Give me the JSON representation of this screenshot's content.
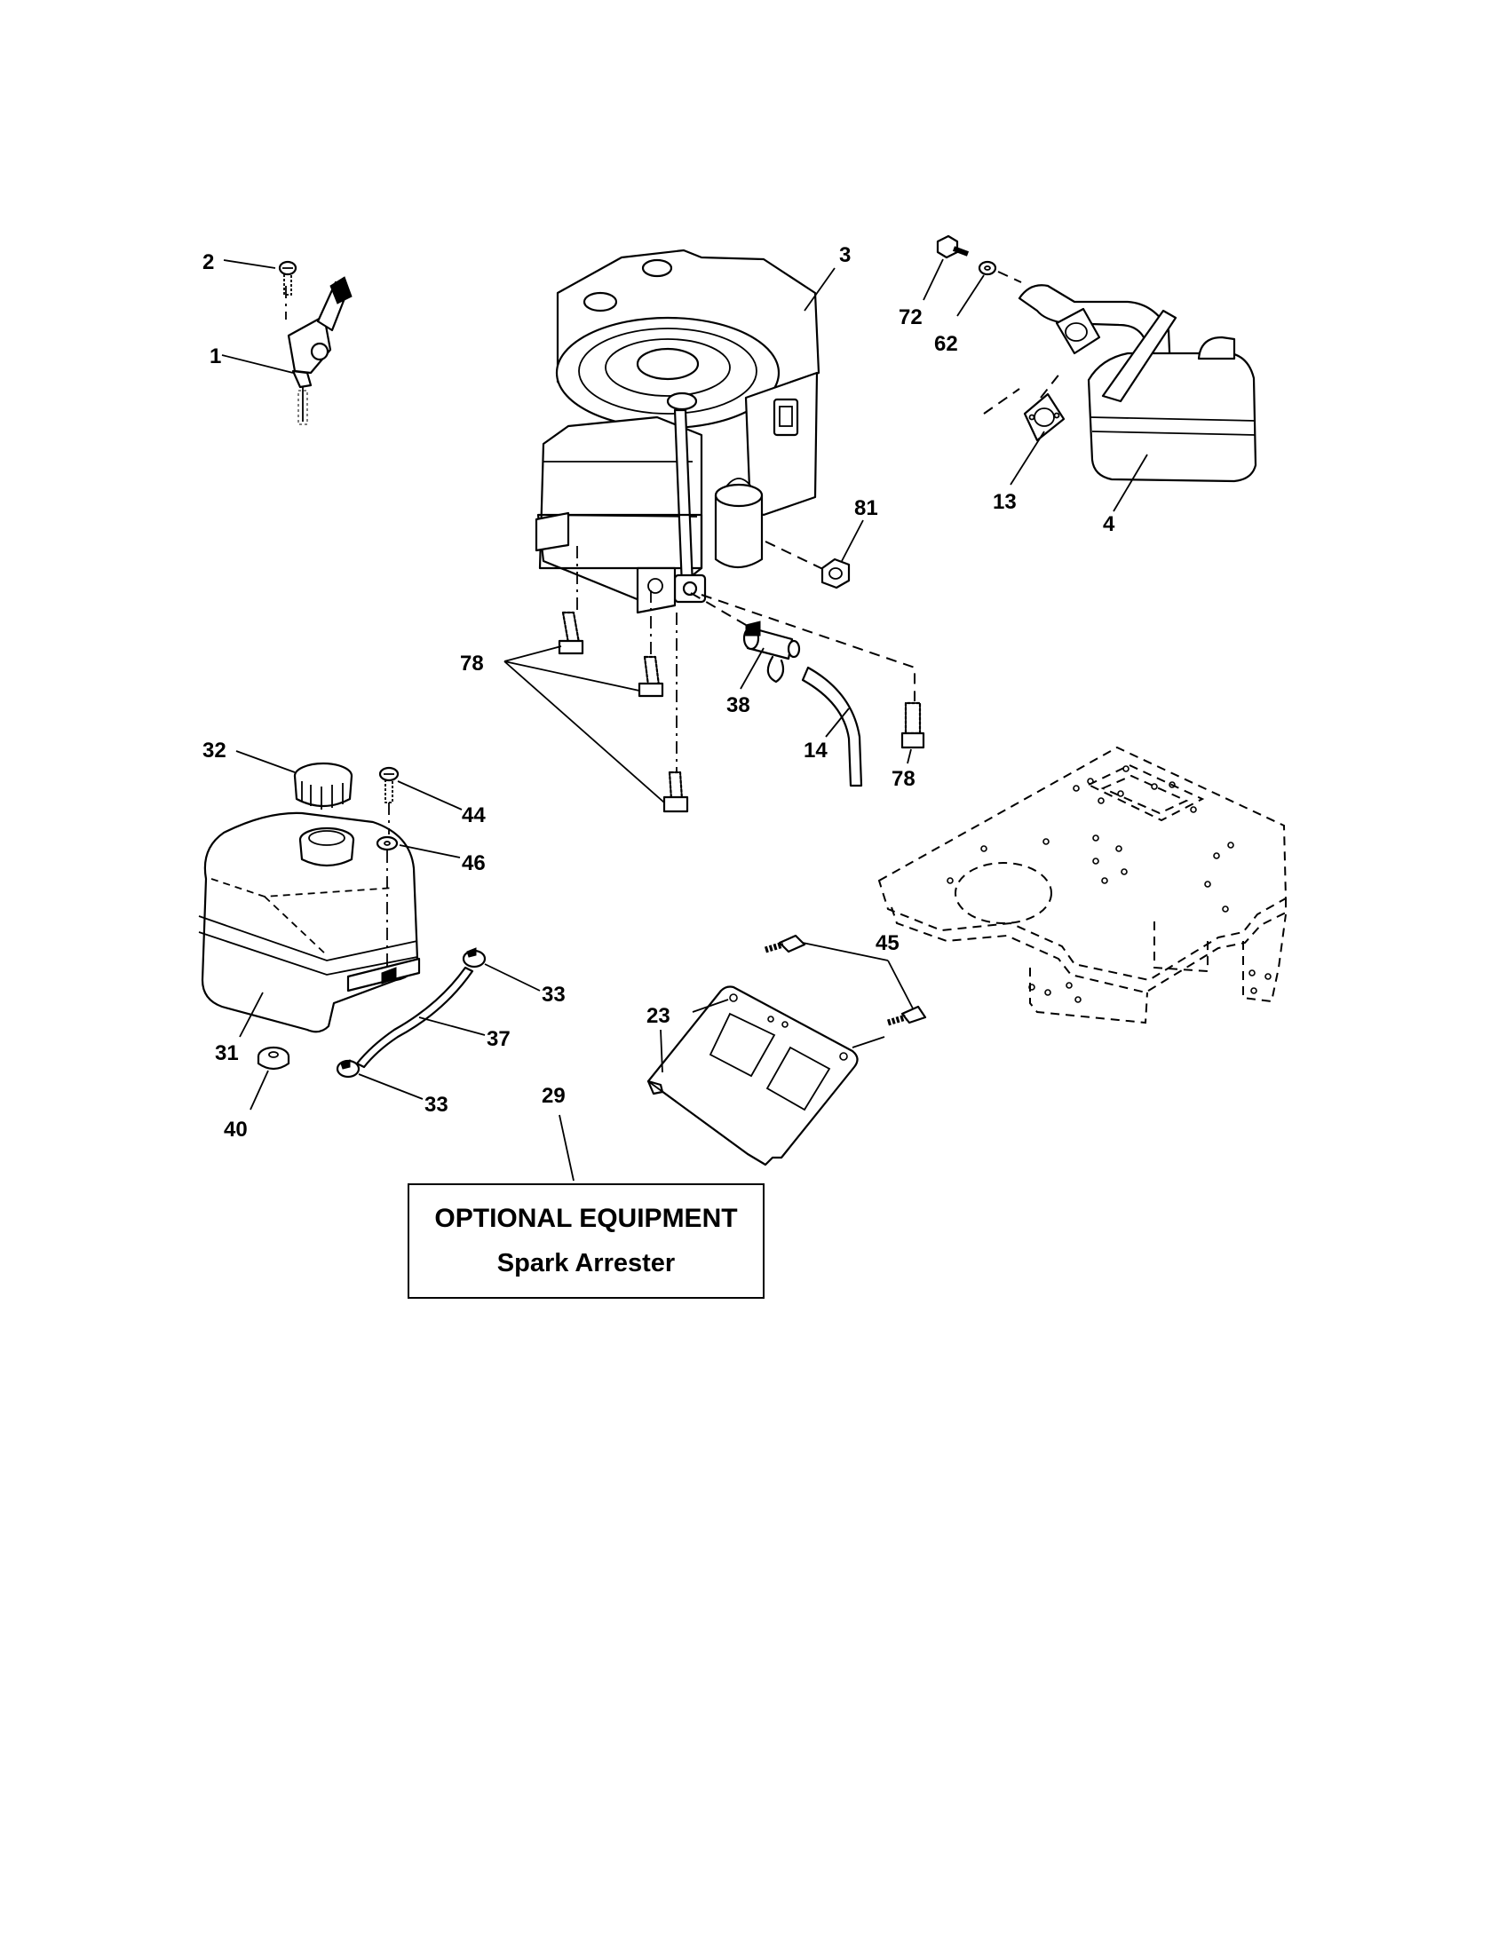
{
  "callouts": {
    "c1": "1",
    "c2": "2",
    "c3": "3",
    "c4": "4",
    "c13": "13",
    "c14": "14",
    "c23": "23",
    "c29": "29",
    "c31": "31",
    "c32": "32",
    "c33a": "33",
    "c33b": "33",
    "c37": "37",
    "c38": "38",
    "c40": "40",
    "c44": "44",
    "c45": "45",
    "c46": "46",
    "c62": "62",
    "c72": "72",
    "c78a": "78",
    "c78b": "78",
    "c81": "81"
  },
  "note": {
    "title": "OPTIONAL EQUIPMENT",
    "subtitle": "Spark Arrester"
  }
}
